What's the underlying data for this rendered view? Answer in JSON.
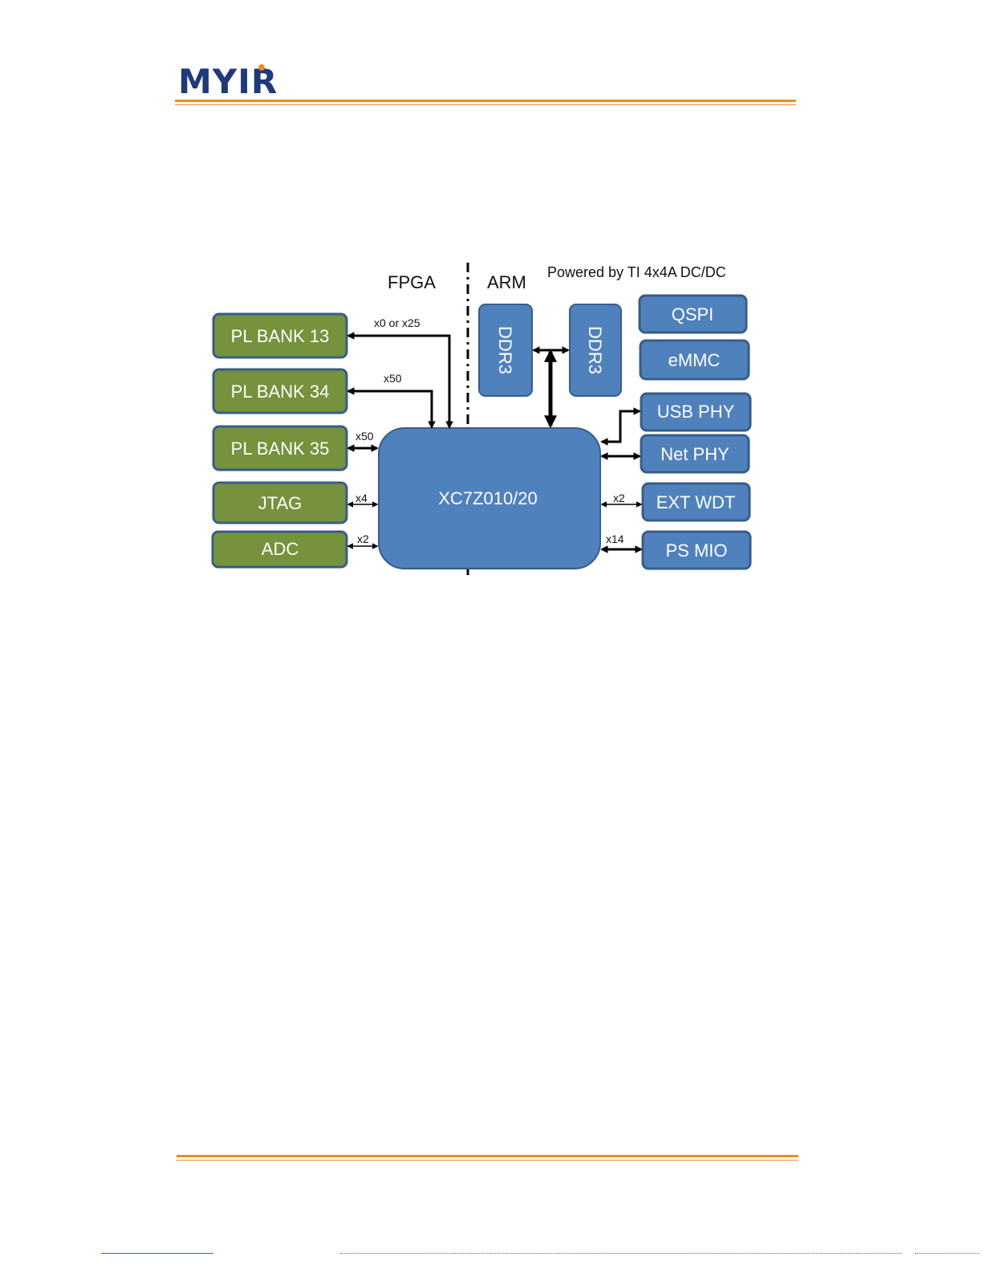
{
  "logo": {
    "text": "MYIR"
  },
  "diagram": {
    "headers": {
      "fpga": "FPGA",
      "arm": "ARM",
      "power": "Powered by TI 4x4A DC/DC"
    },
    "left_blocks": [
      "PL BANK 13",
      "PL BANK 34",
      "PL BANK 35",
      "JTAG",
      "ADC"
    ],
    "left_links": [
      "x0 or x25",
      "x50",
      "x50",
      "x4",
      "x2"
    ],
    "right_blocks": [
      "QSPI",
      "eMMC",
      "USB PHY",
      "Net PHY",
      "EXT WDT",
      "PS MIO"
    ],
    "right_links": [
      "x2",
      "x14"
    ],
    "memory": [
      "DDR3",
      "DDR3"
    ],
    "core": "XC7Z010/20",
    "colors": {
      "fpga_block": "#76923c",
      "arm_block": "#4f81bd",
      "border": "#385d8a",
      "accent_rule": "#f08a24",
      "logo_blue": "#1f3a7a"
    }
  }
}
